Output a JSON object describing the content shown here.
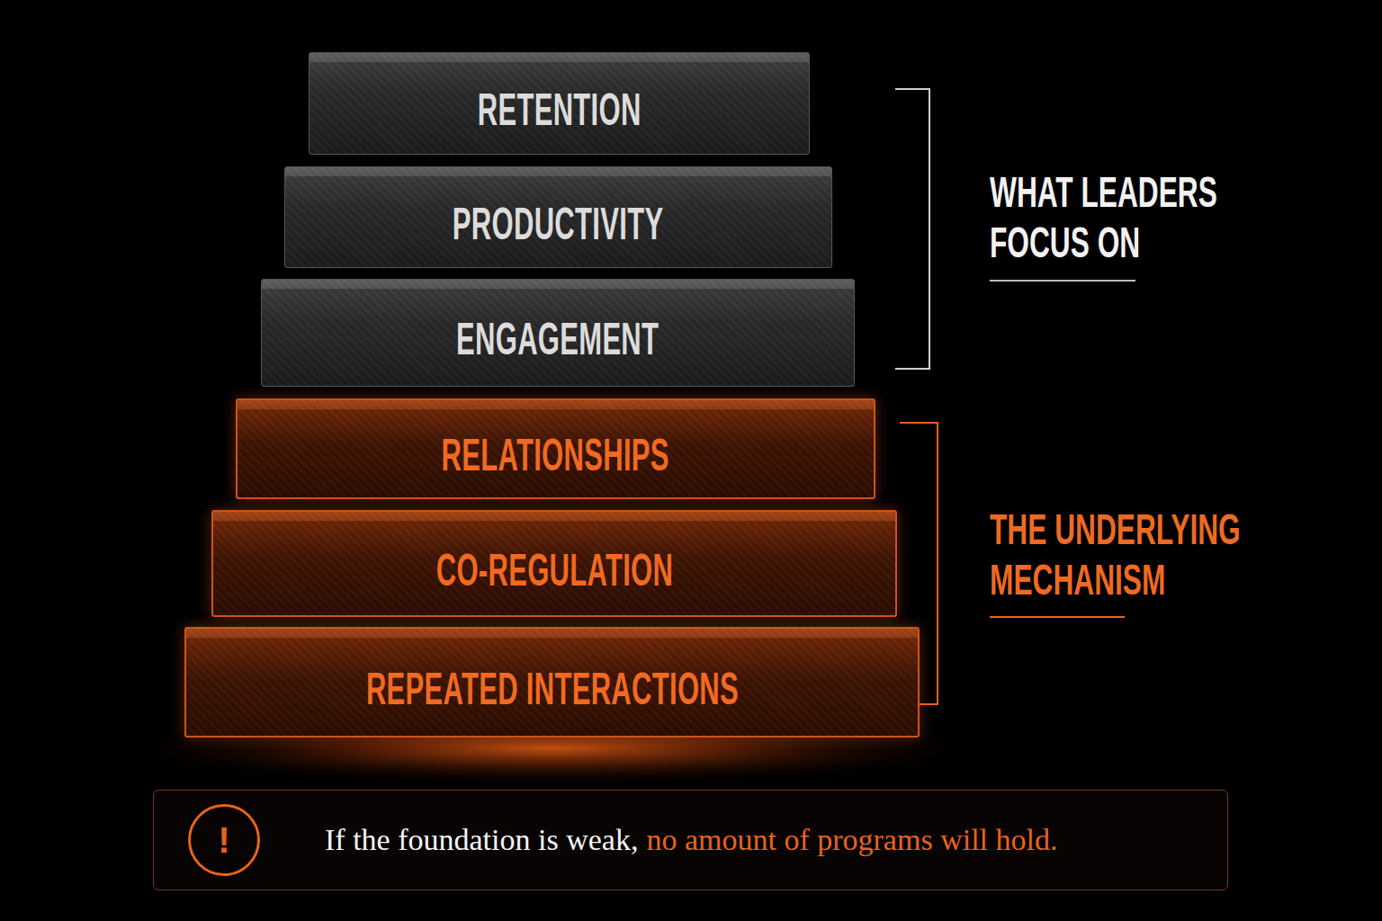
{
  "diagram": {
    "nodes": [
      {
        "text": [
          "RETENTION"
        ]
      },
      {
        "text": [
          "PRODUCTIVITY"
        ]
      },
      {
        "text": [
          "ENGAGEMENT"
        ]
      },
      {
        "text": [
          "RELATIONSHIPS"
        ]
      },
      {
        "text": [
          "CO-REGULATION"
        ]
      },
      {
        "text": [
          "REPEATED INTERACTIONS"
        ]
      },
      {
        "text": [
          "If the foundation is weak,",
          "no amount of programs will hold."
        ]
      },
      {
        "text": [
          "!"
        ],
        "in": 6
      }
    ],
    "labels": [
      "WHAT LEADERS FOCUS ON",
      "THE UNDERLYING MECHANISM"
    ]
  }
}
